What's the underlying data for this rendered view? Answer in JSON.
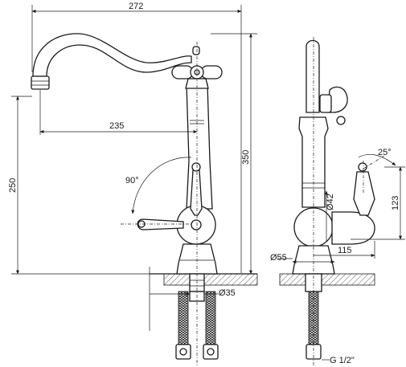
{
  "front_view": {
    "dim_total_width": "272",
    "dim_spout_reach": "235",
    "dim_total_height": "350",
    "dim_spout_height": "250",
    "dim_lever_rotation": "90°",
    "dim_base_hole": "Ø35"
  },
  "side_view": {
    "dim_lever_angle": "25°",
    "dim_body_diameter": "Ø42",
    "dim_lever_height": "123",
    "dim_base_diameter": "Ø55",
    "dim_lever_depth": "115",
    "dim_connection_thread": "G 1/2\""
  }
}
